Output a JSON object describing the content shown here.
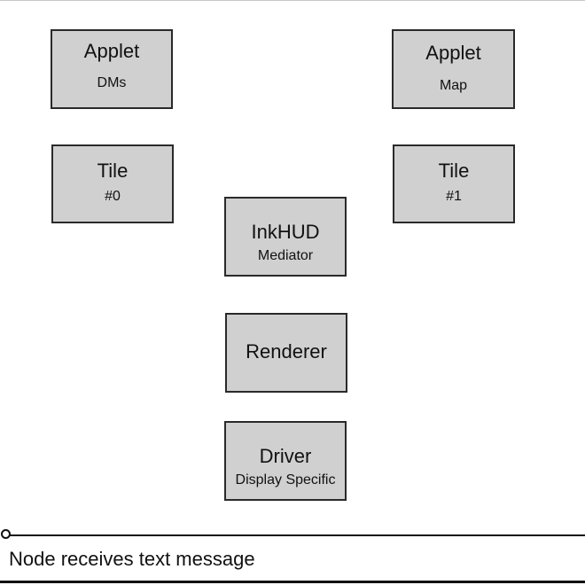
{
  "colors": {
    "box_fill": "#d0d0d0",
    "box_border": "#2a2a2a",
    "line": "#111111",
    "background": "#ffffff"
  },
  "components": {
    "applet_dms": {
      "title": "Applet",
      "subtitle": "DMs"
    },
    "applet_map": {
      "title": "Applet",
      "subtitle": "Map"
    },
    "tile_0": {
      "title": "Tile",
      "subtitle": "#0"
    },
    "tile_1": {
      "title": "Tile",
      "subtitle": "#1"
    },
    "mediator": {
      "title": "InkHUD",
      "subtitle": "Mediator"
    },
    "renderer": {
      "title": "Renderer"
    },
    "driver": {
      "title": "Driver",
      "subtitle": "Display Specific"
    }
  },
  "event": {
    "label": "Node receives text message"
  }
}
